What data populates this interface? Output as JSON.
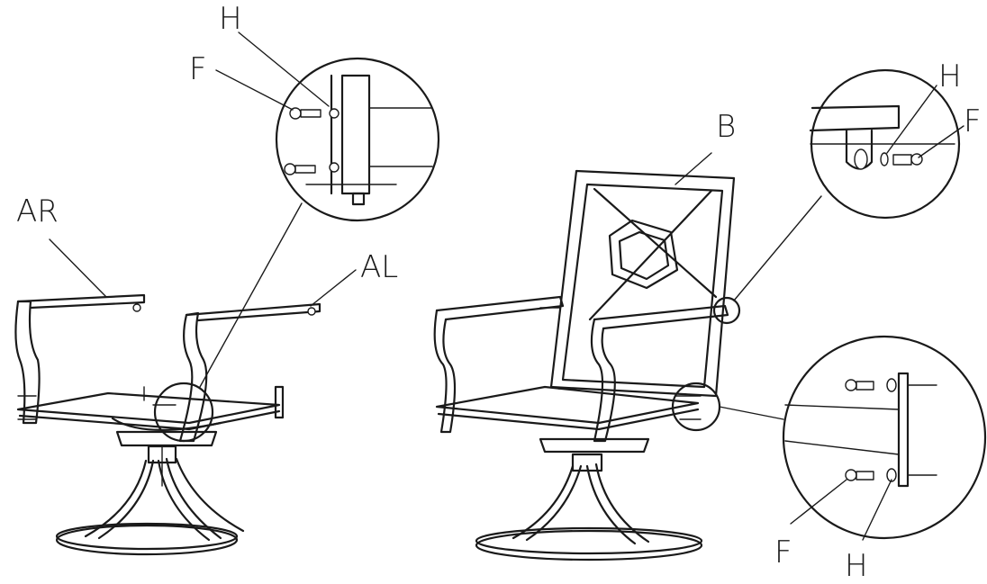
{
  "labels": {
    "H_top_left": "H",
    "F_top_left": "F",
    "AR": "AR",
    "AL": "AL",
    "B": "B",
    "H_top_right": "H",
    "F_top_right": "F",
    "F_bottom_right": "F",
    "H_bottom_right": "H"
  },
  "colors": {
    "line": "#1a1a1a",
    "background": "#ffffff"
  }
}
